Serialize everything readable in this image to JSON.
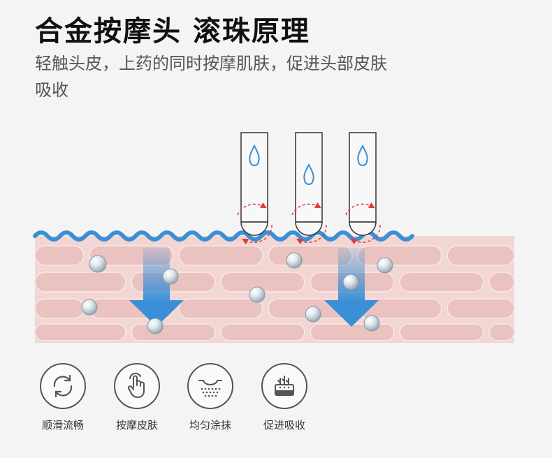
{
  "header": {
    "title": "合金按摩头 滚珠原理",
    "subtitle": "轻触头皮，上药的同时按摩肌肤，促进头部皮肤吸收"
  },
  "features": [
    {
      "label": "顺滑流畅",
      "icon": "rotate-arrows-icon"
    },
    {
      "label": "按摩皮肤",
      "icon": "hand-touch-icon"
    },
    {
      "label": "均匀涂抹",
      "icon": "even-spread-icon"
    },
    {
      "label": "促进吸收",
      "icon": "hair-skin-absorb-icon"
    }
  ],
  "colors": {
    "background": "#f4f4f4",
    "skin": "#f1d6d3",
    "skin_cell": "#eac2bf",
    "wave": "#3a8fd6",
    "arrow": "#3a8fd6",
    "rotation_arrow": "#e23a3a",
    "icon_stroke": "#555555"
  }
}
